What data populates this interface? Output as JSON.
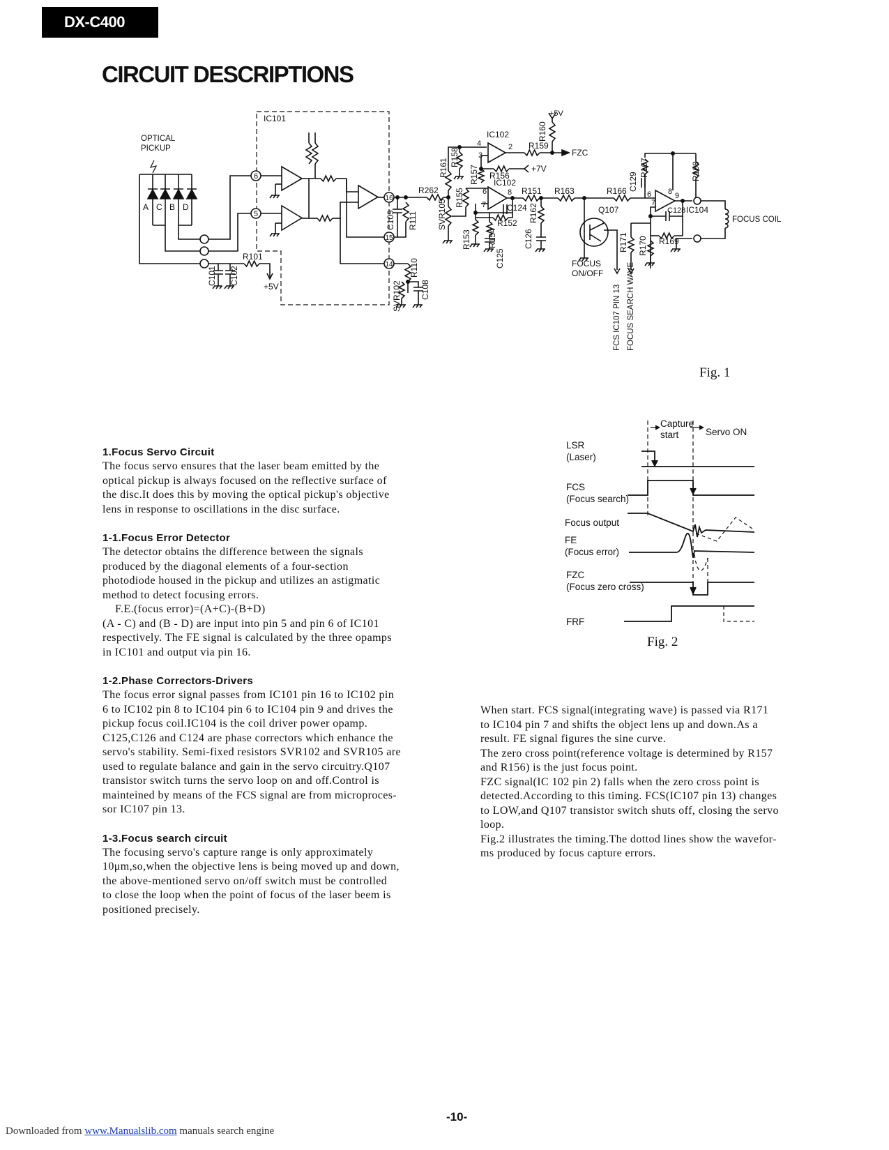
{
  "header": {
    "model": "DX-C400",
    "title": "CIRCUIT DESCRIPTIONS"
  },
  "fig1": {
    "caption": "Fig. 1",
    "labels": {
      "ic101": "IC101",
      "optical_pickup_1": "OPTICAL",
      "optical_pickup_2": "PICKUP",
      "a": "A",
      "c": "C",
      "b": "B",
      "d": "D",
      "pin6": "6",
      "pin5": "5",
      "pin16": "16",
      "pin15": "15",
      "pin14": "14",
      "r101": "R101",
      "c101": "C101",
      "c102": "C102",
      "v5a": "+5V",
      "r262": "R262",
      "c109": "C109",
      "r111": "R111",
      "svr102": "SVR102",
      "r110": "R110",
      "c108": "C108",
      "svr105": "SVR105",
      "r155": "R155",
      "r161": "R161",
      "r158": "R158",
      "r157": "R157",
      "r156": "R156",
      "v7": "+7V",
      "ic102a": "IC102",
      "p4": "4",
      "p3": "3",
      "p2": "2",
      "r159": "R159",
      "r160": "R160",
      "v5b": "+5V",
      "fzc": "FZC",
      "ic102b": "IC102",
      "p6": "6",
      "p7": "7",
      "p8": "8",
      "c124": "C124",
      "r152": "R152",
      "r153": "R153",
      "r154": "R154",
      "c125": "C125",
      "r151": "R151",
      "r162": "R162",
      "c126": "C126",
      "r163": "R163",
      "q107": "Q107",
      "focus_onoff_1": "FOCUS",
      "focus_onoff_2": "ON/OFF",
      "fcs_pin": "FCS  IC107  PIN 13",
      "search_wave": "FOCUS  SEARCH WAVE",
      "r171": "R171",
      "r166": "R166",
      "c129": "C129",
      "r167": "R167",
      "r168": "R168",
      "r170": "R170",
      "r169": "R169",
      "c128": "C128",
      "ic104": "IC104",
      "q6": "6",
      "q7": "7",
      "q8": "8",
      "q9": "9",
      "focus_coil": "FOCUS COIL"
    }
  },
  "fig2": {
    "caption": "Fig. 2",
    "capture_1": "Capture",
    "capture_2": "start",
    "servo_on": "Servo ON",
    "signals": [
      {
        "name": "LSR",
        "desc": "(Laser)"
      },
      {
        "name": "FCS",
        "desc": "(Focus search)"
      },
      {
        "name": "Focus output",
        "desc": ""
      },
      {
        "name": "FE",
        "desc": "(Focus error)"
      },
      {
        "name": "FZC",
        "desc": "(Focus zero cross)"
      },
      {
        "name": "FRF",
        "desc": ""
      }
    ]
  },
  "left": {
    "s1_heading": "1.Focus Servo Circuit",
    "s1_lines": [
      "The focus servo ensures that the laser beam emitted by the",
      "optical pickup is always focused on the reflective surface of",
      "the disc.It does this by moving the optical pickup's objective",
      "lens in response to oscillations in the disc surface."
    ],
    "s11_heading": "1-1.Focus Error Detector",
    "s11_lines": [
      "The detector obtains the difference between the signals",
      "produced by the diagonal elements of a four-section",
      "photodiode housed in the pickup and utilizes an astigmatic",
      "method to detect focusing errors."
    ],
    "s11_formula": "F.E.(focus error)=(A+C)-(B+D)",
    "s11_lines2": [
      "(A - C) and (B - D) are input into pin 5 and pin 6 of IC101",
      "respectively. The FE signal is calculated by the three opamps",
      "in IC101 and output via pin 16."
    ],
    "s12_heading": "1-2.Phase Correctors-Drivers",
    "s12_lines": [
      "The focus error signal passes from IC101 pin 16 to IC102 pin",
      "6 to IC102 pin 8 to IC104 pin 6 to IC104 pin 9 and drives the",
      "pickup focus coil.IC104 is the coil driver power opamp.",
      "C125,C126 and C124 are phase correctors which enhance the",
      "servo's stability. Semi-fixed resistors SVR102 and SVR105 are",
      "used to regulate balance and gain in the servo circuitry.Q107",
      "transistor switch turns the servo loop on and off.Control is",
      "mainteined by means of the FCS signal are from microproces-",
      "sor IC107 pin 13."
    ],
    "s13_heading": "1-3.Focus search circuit",
    "s13_lines": [
      "The focusing servo's capture range is only approximately",
      "10μm,so,when the objective lens is being moved up and down,",
      "the above-mentioned servo on/off switch must be controlled",
      "to close the loop when the point of focus of the laser beem is",
      "positioned precisely."
    ]
  },
  "right": {
    "lines": [
      "When start. FCS signal(integrating wave) is passed via R171",
      "to IC104 pin 7 and shifts the object lens up and down.As a",
      "result. FE signal figures the sine curve.",
      "The zero cross point(reference voltage is determined by R157",
      "and R156) is the just focus point.",
      "FZC signal(IC 102 pin 2) falls when the zero cross point is",
      "detected.According to this timing. FCS(IC107 pin 13) changes",
      "to LOW,and Q107 transistor switch shuts off, closing the servo",
      "loop.",
      "Fig.2 illustrates the timing.The dottod lines show the wavefor-",
      "ms produced by focus capture errors."
    ]
  },
  "page_number": "-10-",
  "footer": {
    "prefix": "Downloaded from ",
    "link": "www.Manualslib.com",
    "suffix": " manuals search engine"
  }
}
